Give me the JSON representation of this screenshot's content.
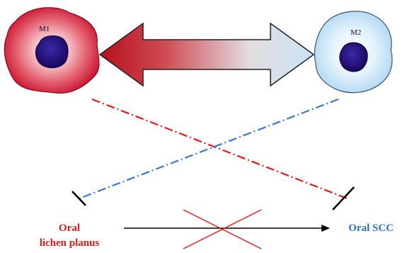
{
  "cells": {
    "m1": {
      "label": "M1",
      "color": "#d8203a"
    },
    "m2": {
      "label": "M2",
      "color": "#b8ddf5"
    }
  },
  "nucleus_color": "#2a0a8a",
  "conditions": {
    "left": {
      "line1": "Oral",
      "line2": "lichen planus",
      "color": "#e41a1a"
    },
    "right": {
      "label": "Oral SCC",
      "color": "#2a74c8"
    }
  },
  "line_colors": {
    "m1_to_scc": "#e8181c",
    "m2_to_olp": "#3a78d0",
    "cross": "#e8181c",
    "progression": "#000000"
  }
}
